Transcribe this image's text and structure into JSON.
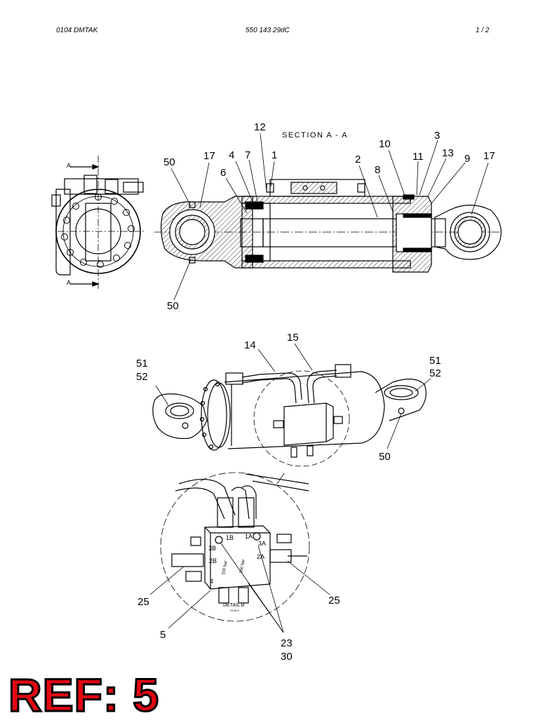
{
  "header": {
    "left": "0104   DMTAK",
    "center": "550 143 29dC",
    "right": "1 /   2"
  },
  "section_title": "SECTION A - A",
  "section_marker": "A",
  "detail_label": "DETAIL B",
  "detail_scale": "SCALE",
  "ports": [
    "3B",
    "1B",
    "1A",
    "3A",
    "2B",
    "2A",
    "4"
  ],
  "pressures": [
    "200 bar",
    "180 bar"
  ],
  "callouts": {
    "c12": "12",
    "c3": "3",
    "c10": "10",
    "c11": "11",
    "c13": "13",
    "c9": "9",
    "c17a": "17",
    "c17b": "17",
    "c50a": "50",
    "c4": "4",
    "c7": "7",
    "c1": "1",
    "c2": "2",
    "c8": "8",
    "c6": "6",
    "c50b": "50",
    "c14": "14",
    "c15": "15",
    "c51a": "51",
    "c52a": "52",
    "c51b": "51",
    "c52b": "52",
    "c50c": "50",
    "c25a": "25",
    "c25b": "25",
    "c5": "5",
    "c23": "23",
    "c30": "30"
  },
  "ref_label": "REF: 5",
  "colors": {
    "ref": "#e30613",
    "line": "#000000"
  }
}
